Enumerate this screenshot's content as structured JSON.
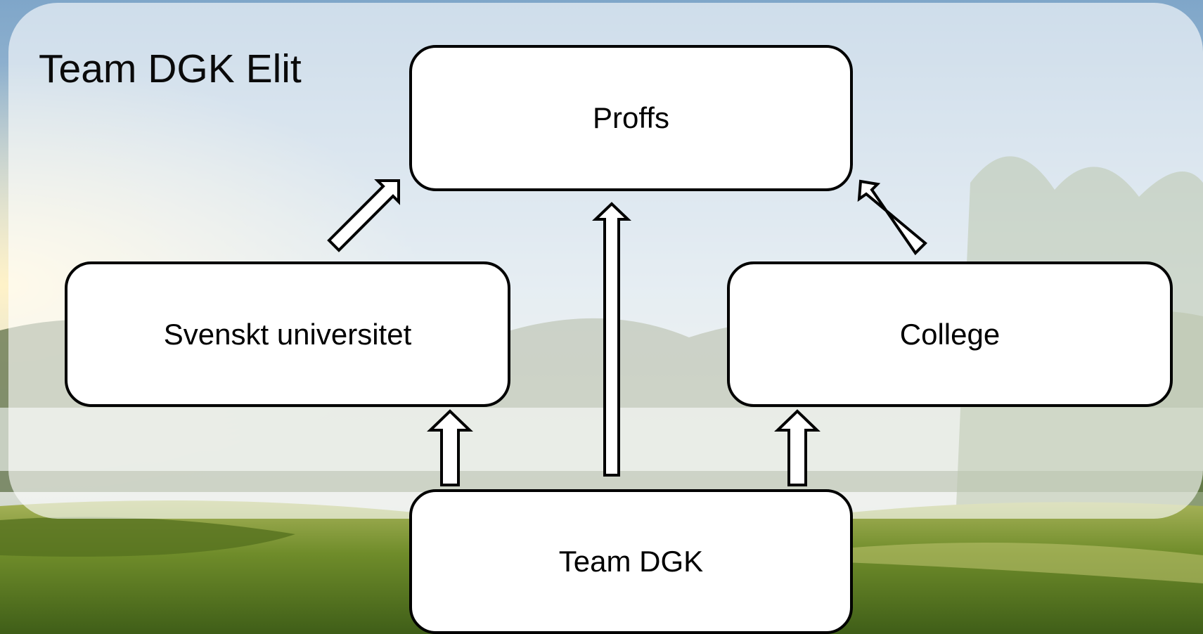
{
  "title": "Team DGK Elit",
  "nodes": {
    "proffs": "Proffs",
    "svenskt": "Svenskt universitet",
    "college": "College",
    "team_dgk": "Team DGK"
  },
  "edges": [
    {
      "from": "team_dgk",
      "to": "svenskt"
    },
    {
      "from": "team_dgk",
      "to": "proffs"
    },
    {
      "from": "team_dgk",
      "to": "college"
    },
    {
      "from": "svenskt",
      "to": "proffs"
    },
    {
      "from": "college",
      "to": "proffs"
    }
  ],
  "colors": {
    "box_fill": "#ffffff",
    "box_border": "#000000",
    "panel_overlay": "rgba(255,255,255,0.62)"
  }
}
